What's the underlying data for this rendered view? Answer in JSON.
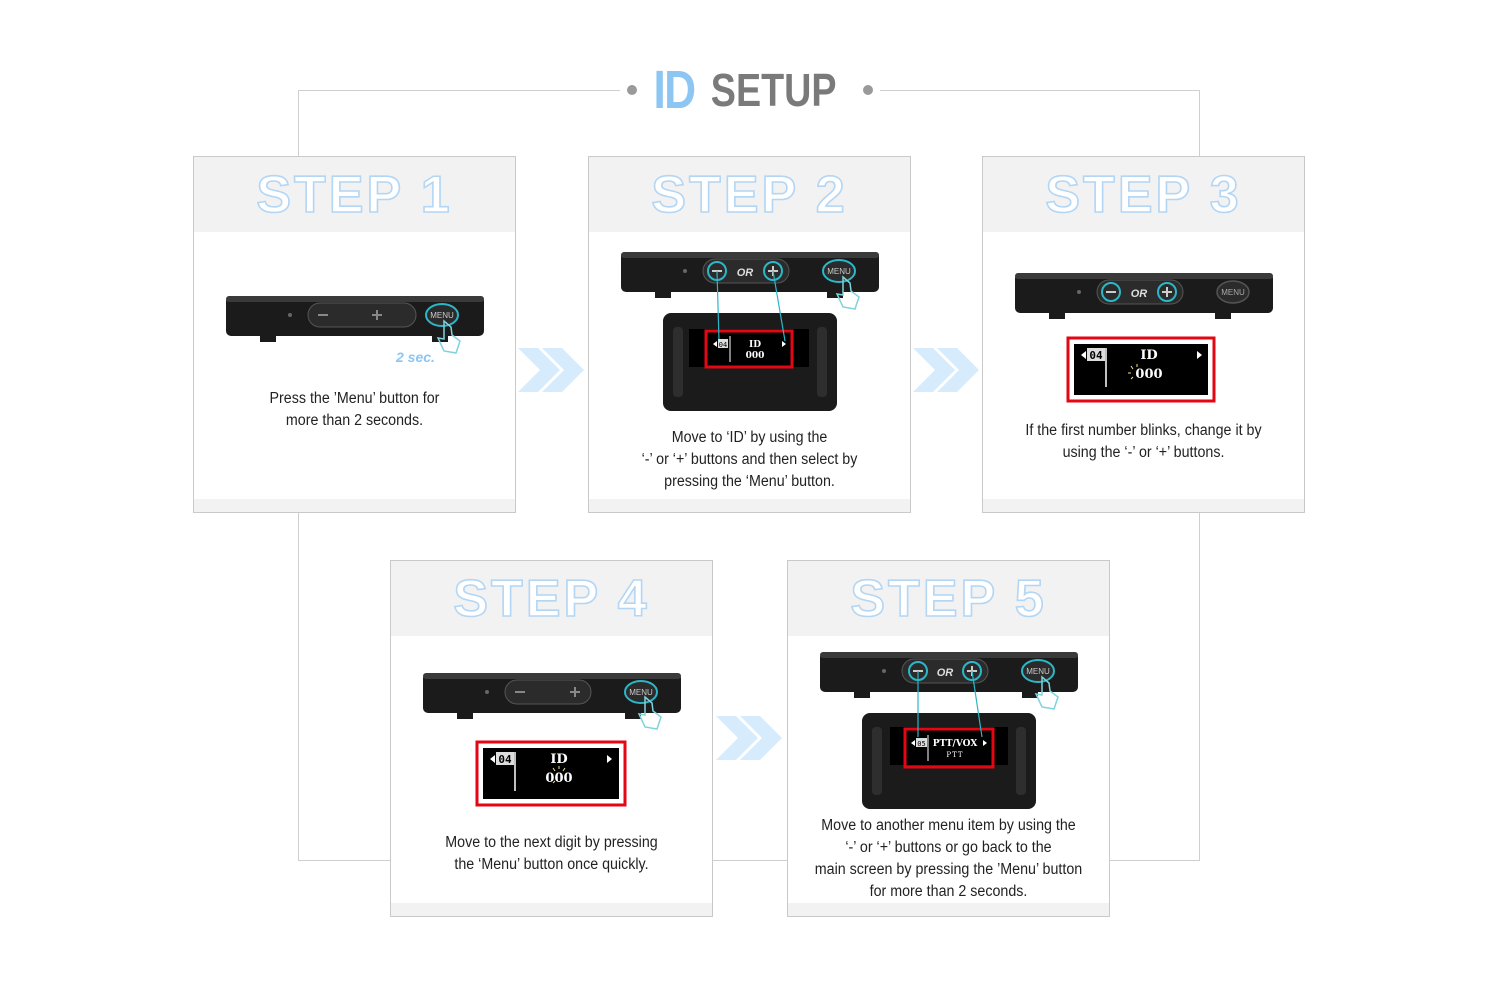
{
  "title": {
    "id": "ID",
    "setup": "SETUP"
  },
  "device": {
    "menu": "MENU",
    "or": "OR",
    "minus": "−",
    "plus": "+"
  },
  "steps": [
    {
      "title": "STEP 1",
      "hold": "2 sec.",
      "lines": [
        "Press the ’Menu’ button for",
        "more than 2 seconds."
      ]
    },
    {
      "title": "STEP 2",
      "screen": {
        "num": "04",
        "label": "ID",
        "value": "000"
      },
      "lines": [
        "Move to ‘ID’ by using the",
        "‘-’ or ‘+’ buttons and then select by",
        "pressing the ‘Menu’ button."
      ]
    },
    {
      "title": "STEP 3",
      "screen": {
        "num": "04",
        "label": "ID",
        "value": "000"
      },
      "lines": [
        "If the first number blinks, change it by",
        "using the ‘-’ or ‘+’ buttons."
      ]
    },
    {
      "title": "STEP 4",
      "screen": {
        "num": "04",
        "label": "ID",
        "value": "000"
      },
      "lines": [
        "Move to the next digit by pressing",
        "the ‘Menu’ button once quickly."
      ]
    },
    {
      "title": "STEP 5",
      "screen": {
        "num": "05",
        "label": "PTT/VOX",
        "value": "PTT"
      },
      "lines": [
        "Move to another menu item by using the",
        "‘-’ or ‘+’ buttons or go back to the",
        "main screen by pressing the ’Menu’ button",
        "for more than 2 seconds."
      ]
    }
  ],
  "colors": {
    "accent": "#8ec6f3",
    "highlight": "#e30613",
    "ring": "#2bb7c7",
    "device": "#1b1b1b"
  }
}
